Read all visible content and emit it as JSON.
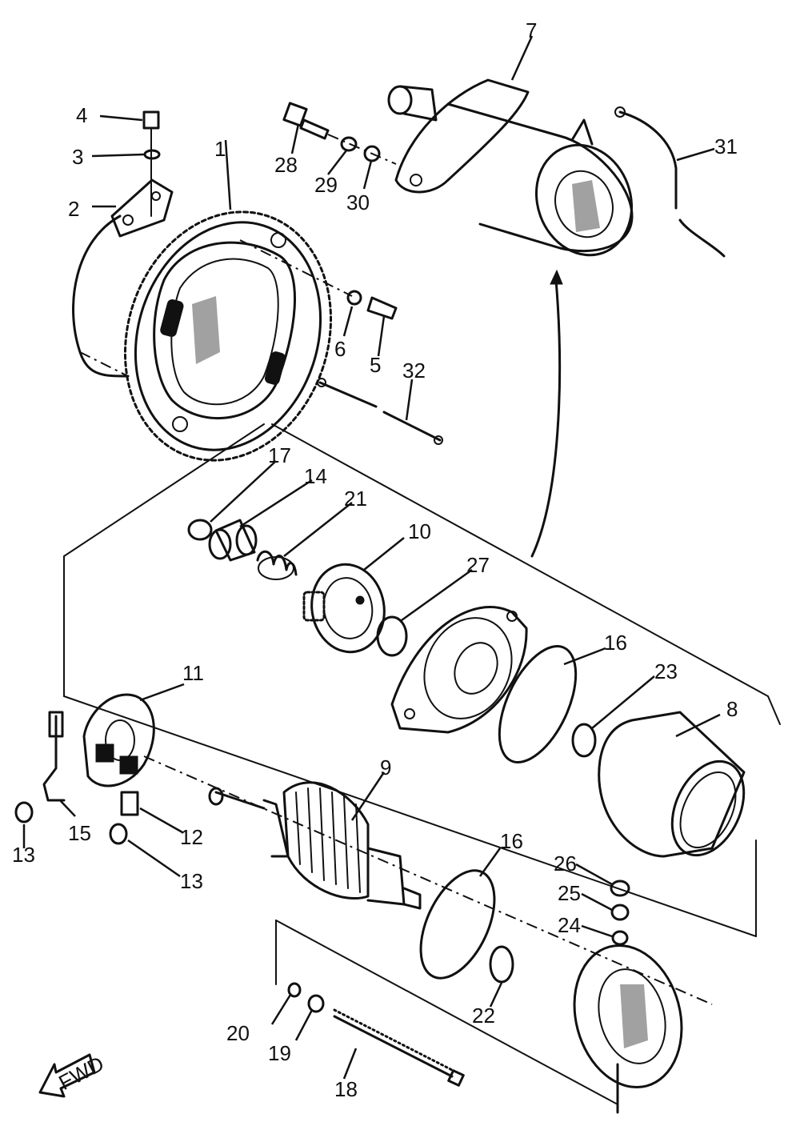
{
  "diagram": {
    "callouts": [
      "1",
      "2",
      "3",
      "4",
      "5",
      "6",
      "7",
      "8",
      "9",
      "10",
      "11",
      "12",
      "13",
      "13",
      "14",
      "15",
      "16",
      "16",
      "17",
      "18",
      "19",
      "20",
      "21",
      "22",
      "23",
      "24",
      "25",
      "26",
      "27",
      "28",
      "29",
      "30",
      "31",
      "32"
    ],
    "fwd_label": "FWD"
  }
}
